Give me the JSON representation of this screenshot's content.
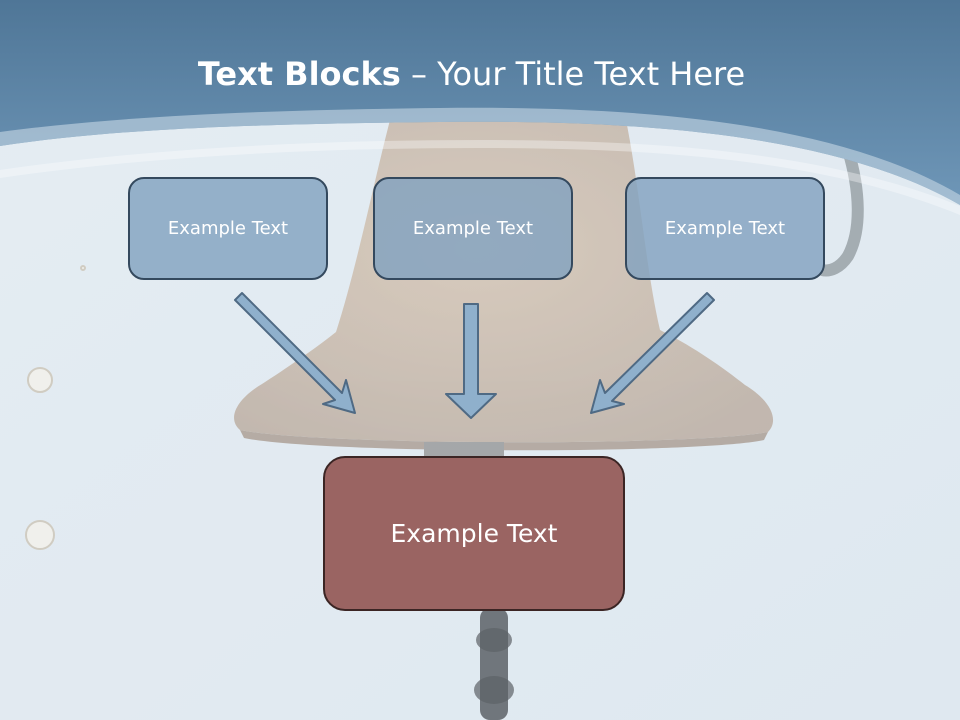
{
  "slide": {
    "title_bold": "Text Blocks",
    "title_rest": " – Your Title Text Here"
  },
  "blocks": [
    {
      "label": "Example Text"
    },
    {
      "label": "Example Text"
    },
    {
      "label": "Example Text"
    }
  ],
  "target_block": {
    "label": "Example Text"
  },
  "colors": {
    "header_band": "#5f86a8",
    "small_box_fill": "#86a6c4",
    "small_box_border": "#34495e",
    "target_box_fill": "#9a6462",
    "target_box_border": "#3b2524",
    "arrow_fill": "#8fb0cc",
    "arrow_stroke": "#4f6a84"
  }
}
